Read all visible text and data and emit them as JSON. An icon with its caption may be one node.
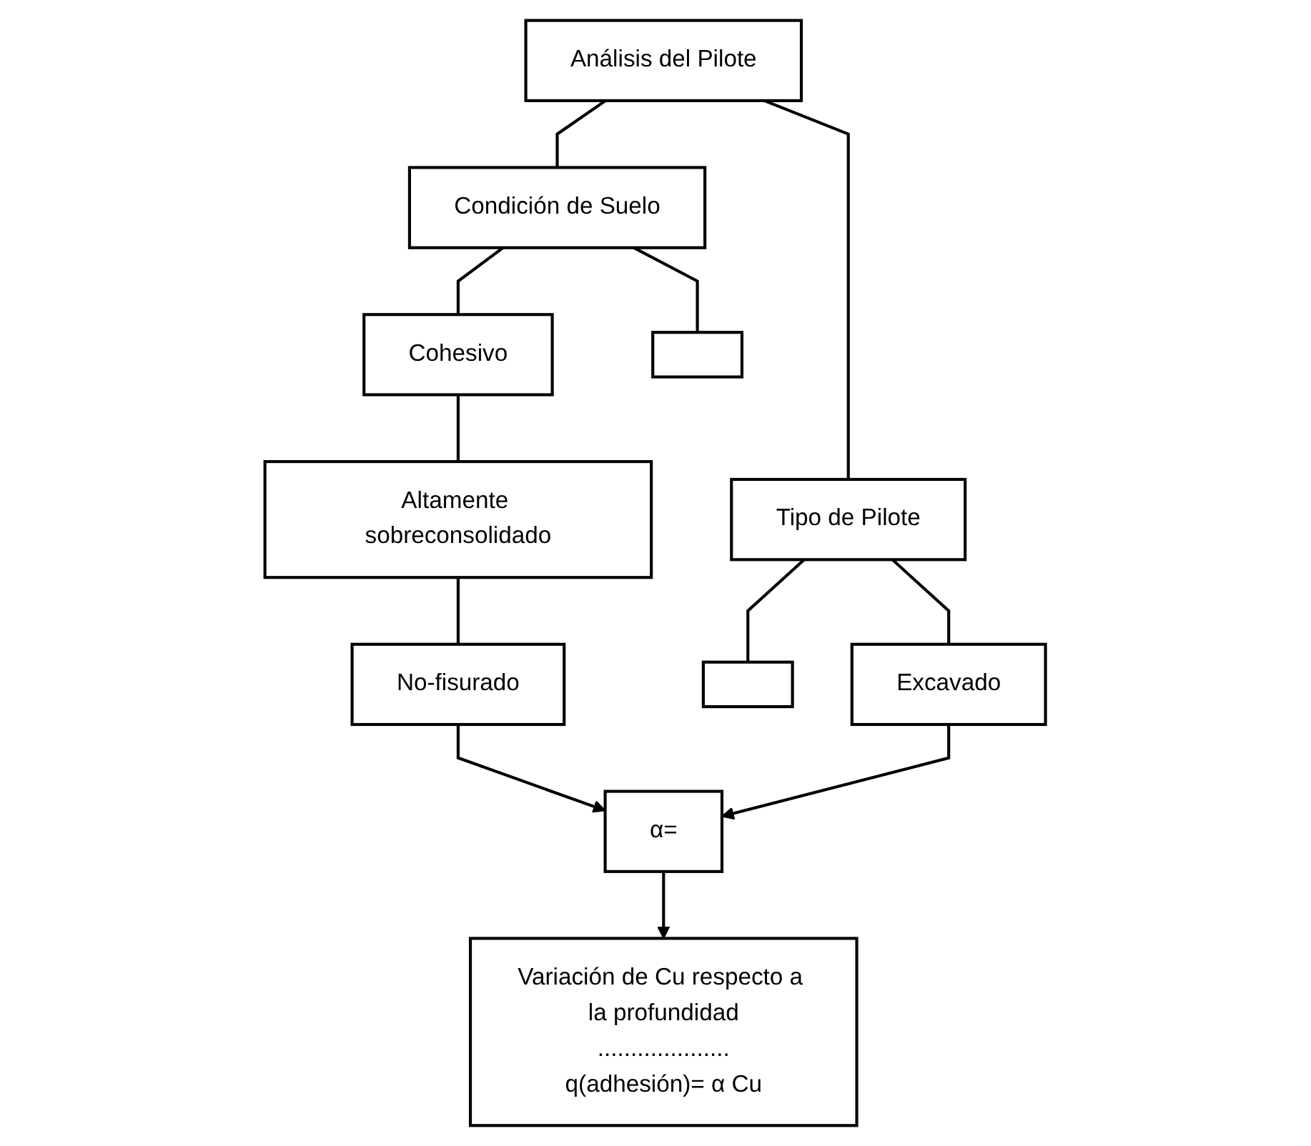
{
  "diagram": {
    "nodes": [
      {
        "text": [
          "Análisis del Pilote"
        ]
      },
      {
        "text": [
          "Condición de Suelo"
        ]
      },
      {
        "text": [
          "Tipo de Pilote"
        ]
      },
      {
        "text": [
          "Cohesivo"
        ]
      },
      {
        "text": [],
        "shape": "box"
      },
      {
        "text": [
          "Excavado"
        ]
      },
      {
        "text": [],
        "shape": "box"
      },
      {
        "text": [
          "Altamente sobreconsolidado"
        ]
      },
      {
        "text": [
          "No-fisurado"
        ]
      },
      {
        "text": [
          "α="
        ]
      },
      {
        "text": [
          "Variación de Cu respecto a la profundidad",
          "....................",
          "q(adhesión)= α Cu"
        ]
      }
    ],
    "edges": [
      {
        "from": 0,
        "to": 1,
        "arrow": "none"
      },
      {
        "from": 0,
        "to": 2,
        "arrow": "none"
      },
      {
        "from": 1,
        "to": 3,
        "arrow": "none"
      },
      {
        "from": 1,
        "to": 4,
        "arrow": "none"
      },
      {
        "from": 2,
        "to": 5,
        "arrow": "none"
      },
      {
        "from": 2,
        "to": 6,
        "arrow": "none"
      },
      {
        "from": 3,
        "to": 7,
        "arrow": "none"
      },
      {
        "from": 7,
        "to": 8,
        "arrow": "none"
      },
      {
        "from": 8,
        "to": 9,
        "arrow": "to"
      },
      {
        "from": 5,
        "to": 9,
        "arrow": "to"
      },
      {
        "from": 9,
        "to": 10,
        "arrow": "to"
      }
    ]
  }
}
